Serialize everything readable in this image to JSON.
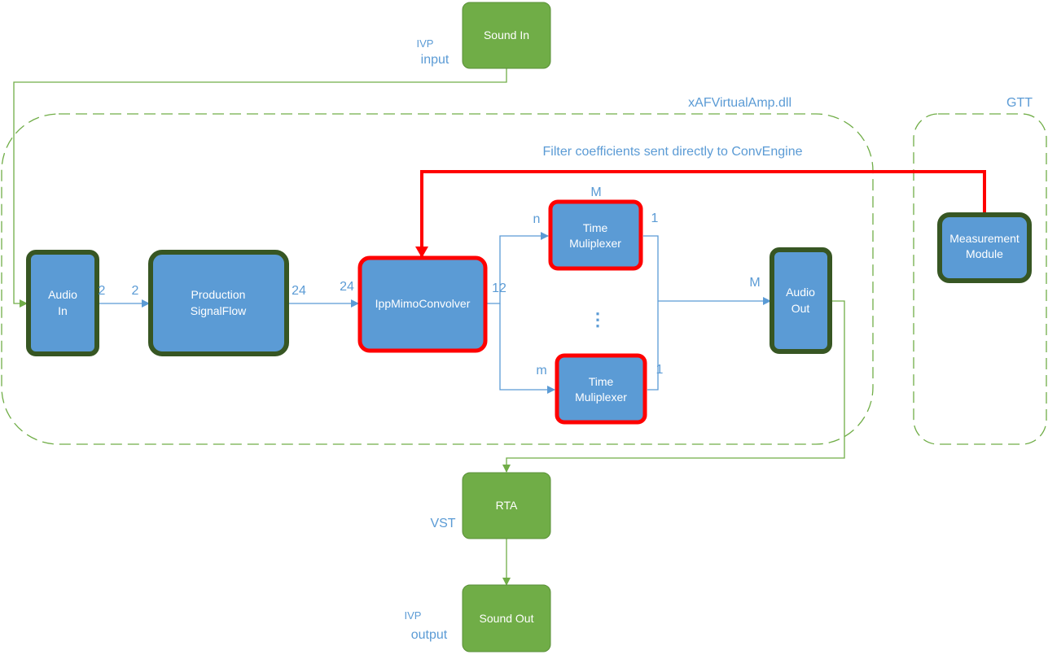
{
  "colors": {
    "blue_box": "#5b9bd5",
    "green_box": "#70ad47",
    "dark_border": "#375623",
    "red_border": "#ff0000",
    "arrow_blue": "#5b9bd5",
    "arrow_green": "#70ad47",
    "dash_green": "#70ad47",
    "label_blue": "#5b9bd5"
  },
  "groups": {
    "dll_label": "xAFVirtualAmp.dll",
    "gtt_label": "GTT"
  },
  "nodes": {
    "sound_in": [
      "Sound In"
    ],
    "audio_in": [
      "Audio",
      "In"
    ],
    "production": [
      "Production",
      "SignalFlow"
    ],
    "convolver": [
      "IppMimoConvolver"
    ],
    "tm_top": [
      "Time",
      "Muliplexer"
    ],
    "tm_bottom": [
      "Time",
      "Muliplexer"
    ],
    "audio_out": [
      "Audio",
      "Out"
    ],
    "measurement": [
      "Measurement",
      "Module"
    ],
    "rta": [
      "RTA"
    ],
    "sound_out": [
      "Sound Out"
    ]
  },
  "labels": {
    "ivp_in": "IVP",
    "input": "input",
    "filter_note": "Filter coefficients sent directly to ConvEngine",
    "ch_audio_in_out": "2",
    "ch_prod_in": "2",
    "ch_prod_out": "24",
    "ch_conv_in": "24",
    "ch_conv_out": "12",
    "tm_top_in": "n",
    "tm_top_out": "1",
    "tm_top_M": "M",
    "dots": "⋮",
    "tm_bottom_in": "m",
    "tm_bottom_out": "1",
    "audio_out_M": "M",
    "vst": "VST",
    "ivp_out": "IVP",
    "output": "output"
  }
}
